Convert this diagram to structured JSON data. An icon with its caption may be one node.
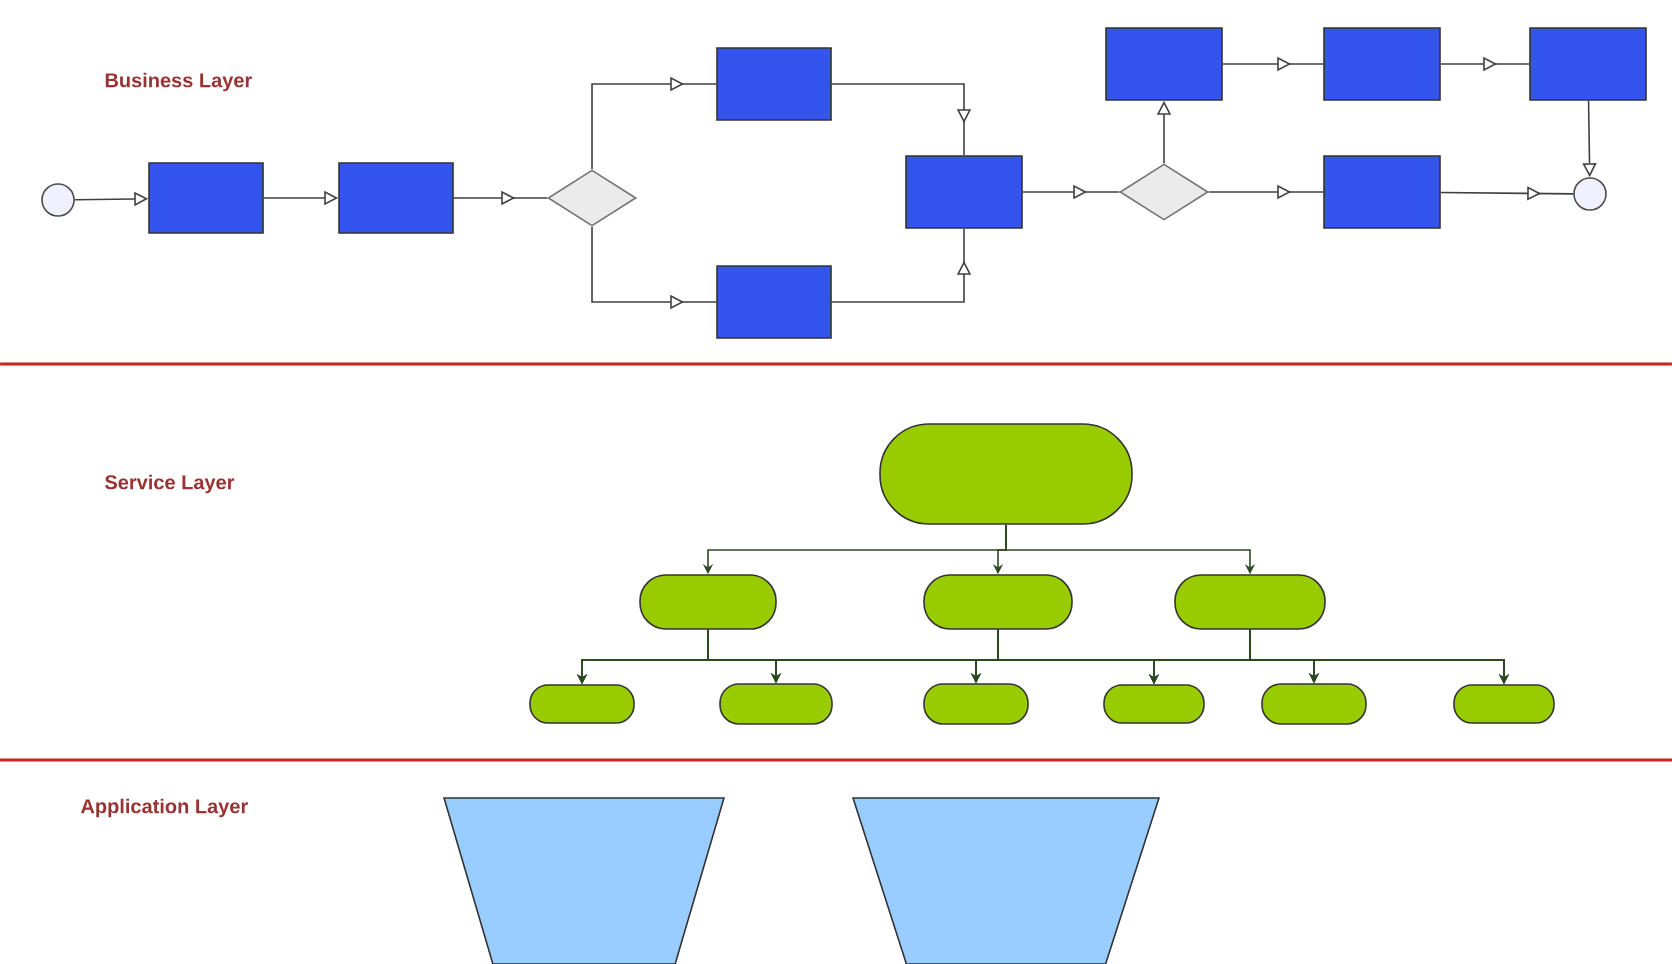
{
  "diagram": {
    "nodes": [
      {
        "text": [],
        "shape": "circle"
      },
      {
        "text": [],
        "shape": "box"
      },
      {
        "text": [],
        "shape": "box"
      },
      {
        "text": [],
        "shape": "diamond"
      },
      {
        "text": [],
        "shape": "box"
      },
      {
        "text": [],
        "shape": "box"
      },
      {
        "text": [],
        "shape": "box"
      },
      {
        "text": [],
        "shape": "diamond"
      },
      {
        "text": [],
        "shape": "box"
      },
      {
        "text": [],
        "shape": "box"
      },
      {
        "text": [],
        "shape": "box"
      },
      {
        "text": [],
        "shape": "box"
      },
      {
        "text": [],
        "shape": "circle"
      },
      {
        "text": [],
        "shape": "capsule"
      },
      {
        "text": [],
        "shape": "capsule"
      },
      {
        "text": [],
        "shape": "capsule"
      },
      {
        "text": [],
        "shape": "capsule"
      },
      {
        "text": [],
        "shape": "capsule"
      },
      {
        "text": [],
        "shape": "capsule"
      },
      {
        "text": [],
        "shape": "capsule"
      },
      {
        "text": [],
        "shape": "capsule"
      },
      {
        "text": [],
        "shape": "capsule"
      },
      {
        "text": [],
        "shape": "capsule"
      },
      {
        "text": [],
        "shape": "trapezoid"
      },
      {
        "text": [],
        "shape": "trapezoid"
      }
    ],
    "edges": [
      {
        "from": 0,
        "to": 1,
        "arrow": "to",
        "color": "#404040"
      },
      {
        "from": 1,
        "to": 2,
        "arrow": "to",
        "color": "#404040"
      },
      {
        "from": 2,
        "to": 3,
        "arrow": "to",
        "color": "#404040"
      },
      {
        "from": 3,
        "to": 4,
        "arrow": "to",
        "color": "#404040"
      },
      {
        "from": 3,
        "to": 5,
        "arrow": "to",
        "color": "#404040"
      },
      {
        "from": 4,
        "to": 6,
        "arrow": "to",
        "color": "#404040"
      },
      {
        "from": 5,
        "to": 6,
        "arrow": "to",
        "color": "#404040"
      },
      {
        "from": 6,
        "to": 7,
        "arrow": "to",
        "color": "#404040"
      },
      {
        "from": 7,
        "to": 8,
        "arrow": "to",
        "color": "#404040"
      },
      {
        "from": 7,
        "to": 11,
        "arrow": "to",
        "color": "#404040"
      },
      {
        "from": 8,
        "to": 9,
        "arrow": "to",
        "color": "#404040"
      },
      {
        "from": 9,
        "to": 10,
        "arrow": "to",
        "color": "#404040"
      },
      {
        "from": 10,
        "to": 12,
        "arrow": "to",
        "color": "#404040"
      },
      {
        "from": 11,
        "to": 12,
        "arrow": "to",
        "color": "#404040"
      },
      {
        "from": 13,
        "to": 14,
        "arrow": "to"
      },
      {
        "from": 13,
        "to": 15,
        "arrow": "to"
      },
      {
        "from": 13,
        "to": 16,
        "arrow": "to"
      },
      {
        "from": 14,
        "to": 17,
        "arrow": "to"
      },
      {
        "from": 14,
        "to": 18,
        "arrow": "to"
      },
      {
        "from": 14,
        "to": 19,
        "arrow": "to"
      },
      {
        "from": 14,
        "to": 20,
        "arrow": "to"
      },
      {
        "from": 14,
        "to": 21,
        "arrow": "to"
      },
      {
        "from": 14,
        "to": 22,
        "arrow": "to"
      },
      {
        "from": 15,
        "to": 17,
        "arrow": "to"
      },
      {
        "from": 15,
        "to": 18,
        "arrow": "to"
      },
      {
        "from": 15,
        "to": 19,
        "arrow": "to"
      },
      {
        "from": 15,
        "to": 20,
        "arrow": "to"
      },
      {
        "from": 15,
        "to": 21,
        "arrow": "to"
      },
      {
        "from": 15,
        "to": 22,
        "arrow": "to"
      },
      {
        "from": 16,
        "to": 17,
        "arrow": "to"
      },
      {
        "from": 16,
        "to": 18,
        "arrow": "to"
      },
      {
        "from": 16,
        "to": 19,
        "arrow": "to"
      },
      {
        "from": 16,
        "to": 20,
        "arrow": "to"
      },
      {
        "from": 16,
        "to": 21,
        "arrow": "to"
      },
      {
        "from": 16,
        "to": 22,
        "arrow": "to"
      }
    ],
    "labels": [
      "Business Layer",
      "Service Layer",
      "Application Layer"
    ]
  }
}
